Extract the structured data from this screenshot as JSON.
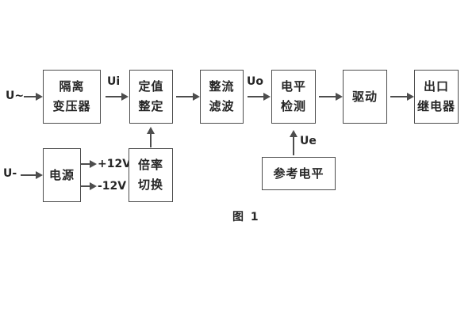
{
  "figure": {
    "caption": "图 1"
  },
  "inputs": {
    "ac_label": "U~",
    "dc_label": "U-"
  },
  "signal_labels": {
    "ui": "Ui",
    "uo": "Uo",
    "ue": "Ue"
  },
  "power_rails": {
    "positive": "+12V",
    "negative": "-12V"
  },
  "blocks": {
    "isolation_transformer": {
      "line1": "隔离",
      "line2": "变压器"
    },
    "setting_adjustment": {
      "line1": "定值",
      "line2": "整定"
    },
    "rectifier_filter": {
      "line1": "整流",
      "line2": "滤波"
    },
    "level_detection": {
      "line1": "电平",
      "line2": "检测"
    },
    "driver": {
      "label": "驱动"
    },
    "output_relay": {
      "line1": "出口",
      "line2": "继电器"
    },
    "power_supply": {
      "label": "电源"
    },
    "ratio_switching": {
      "line1": "倍率",
      "line2": "切换"
    },
    "reference_level": {
      "label": "参考电平"
    }
  },
  "colors": {
    "line": "#4d4d4d",
    "text": "#262626",
    "background": "#ffffff"
  }
}
